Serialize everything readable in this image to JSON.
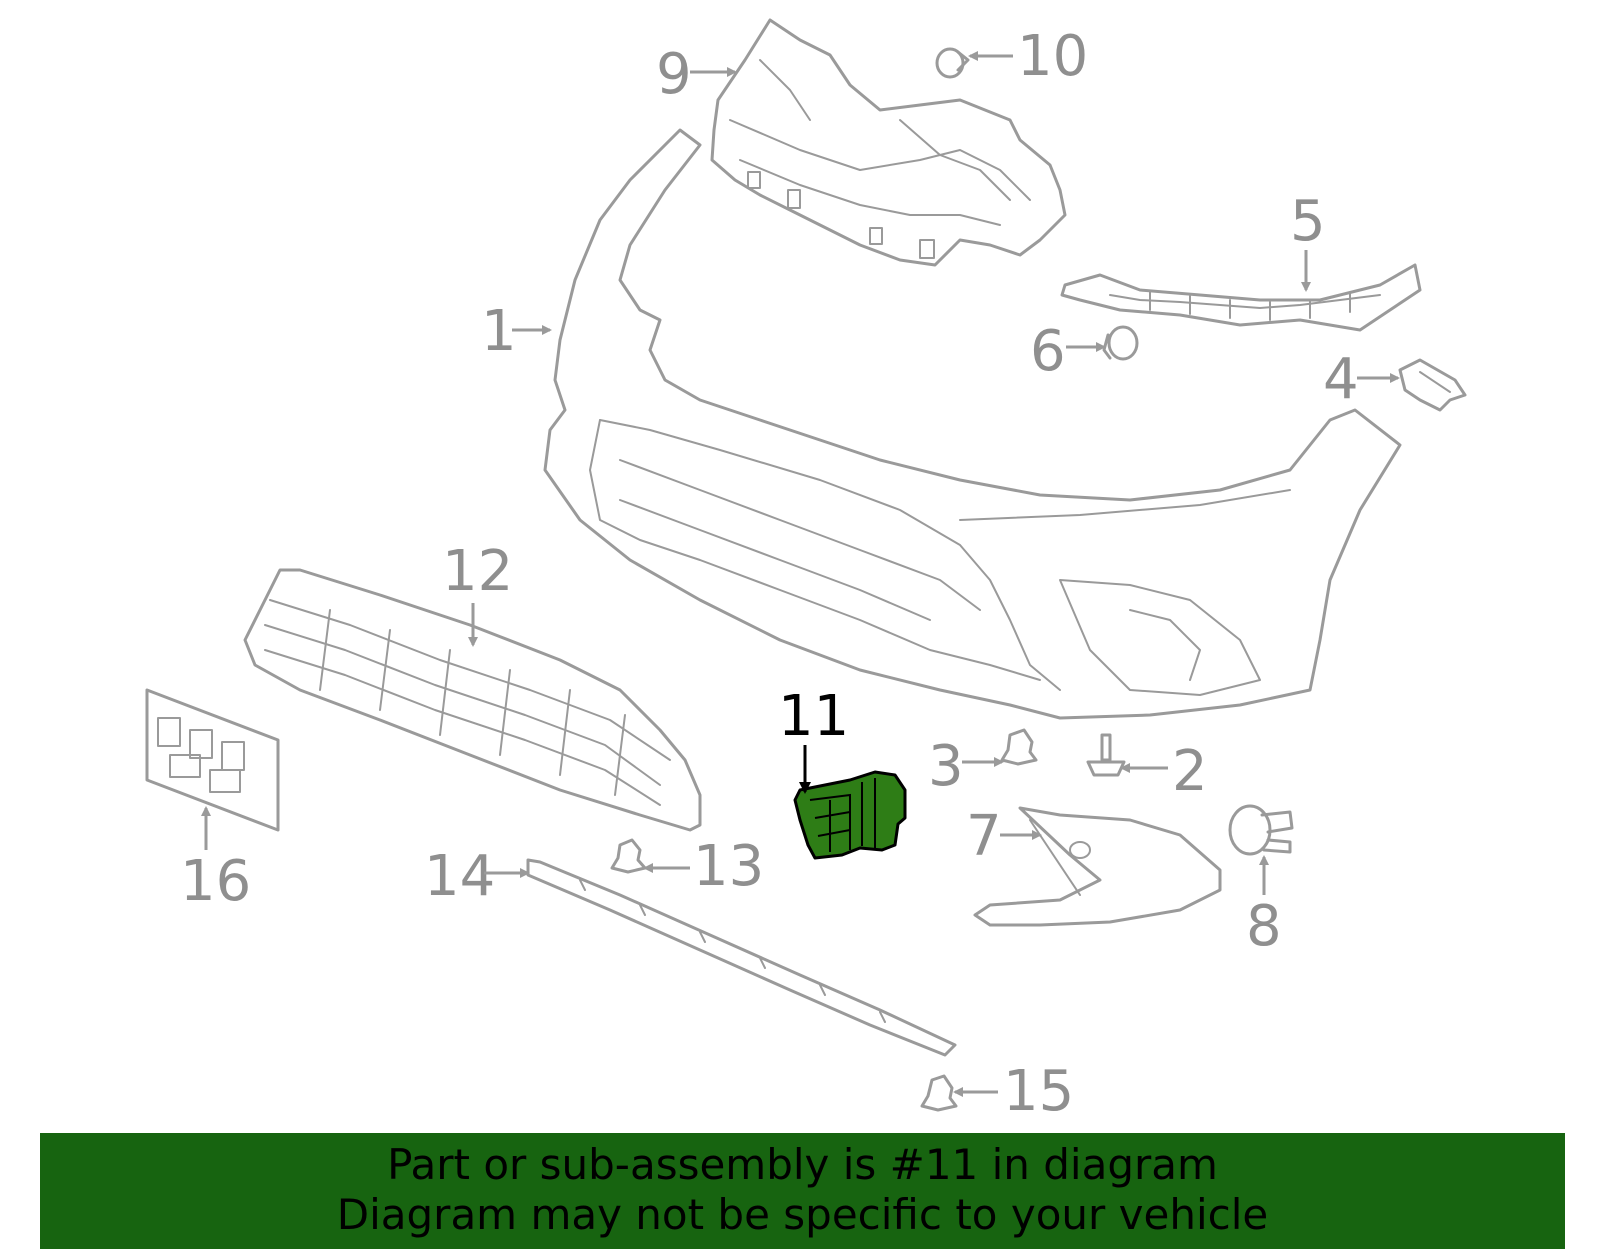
{
  "diagram": {
    "callouts": [
      "1",
      "2",
      "3",
      "4",
      "5",
      "6",
      "7",
      "8",
      "9",
      "10",
      "11",
      "12",
      "13",
      "14",
      "15",
      "16"
    ],
    "highlighted": "11",
    "highlight_color": "#2e7d16"
  },
  "banner": {
    "line1": "Part or sub-assembly is #11 in diagram",
    "line2": "Diagram may not be specific to your vehicle",
    "background": "#176410"
  }
}
